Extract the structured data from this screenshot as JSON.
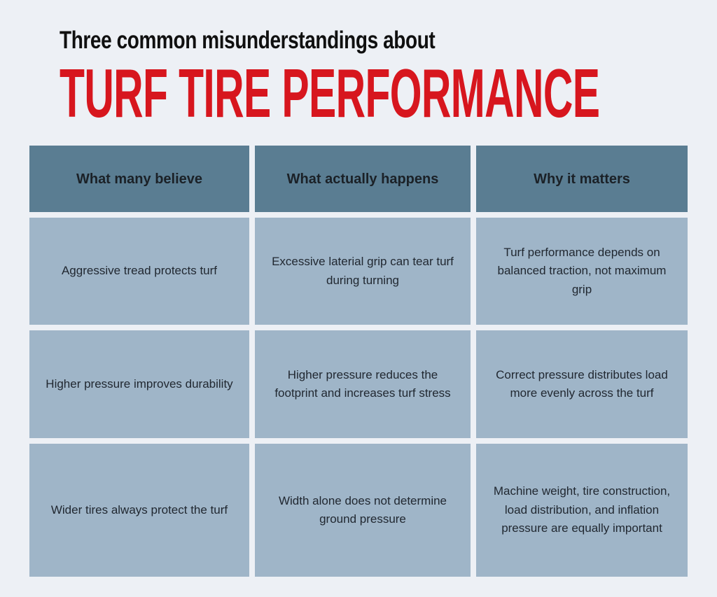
{
  "title": {
    "kicker": "Three common misunderstandings about",
    "main": "TURF TIRE PERFORMANCE"
  },
  "colors": {
    "page_bg": "#edf0f5",
    "kicker_color": "#101010",
    "title_color": "#d7161e",
    "header_bg": "#5a7d92",
    "header_text": "#1b2127",
    "cell_bg": "#9fb5c8",
    "cell_text": "#212831"
  },
  "table": {
    "columns": [
      "What many believe",
      "What actually happens",
      "Why it matters"
    ],
    "rows": [
      [
        "Aggressive tread protects turf",
        "Excessive laterial grip can tear turf during turning",
        "Turf performance depends on balanced traction, not maximum grip"
      ],
      [
        "Higher pressure improves durability",
        "Higher pressure reduces the footprint and increases turf stress",
        "Correct pressure distributes load more evenly across the turf"
      ],
      [
        "Wider tires always protect the turf",
        "Width alone does not determine ground pressure",
        "Machine weight, tire construction, load distribution, and inflation pressure are equally important"
      ]
    ]
  }
}
